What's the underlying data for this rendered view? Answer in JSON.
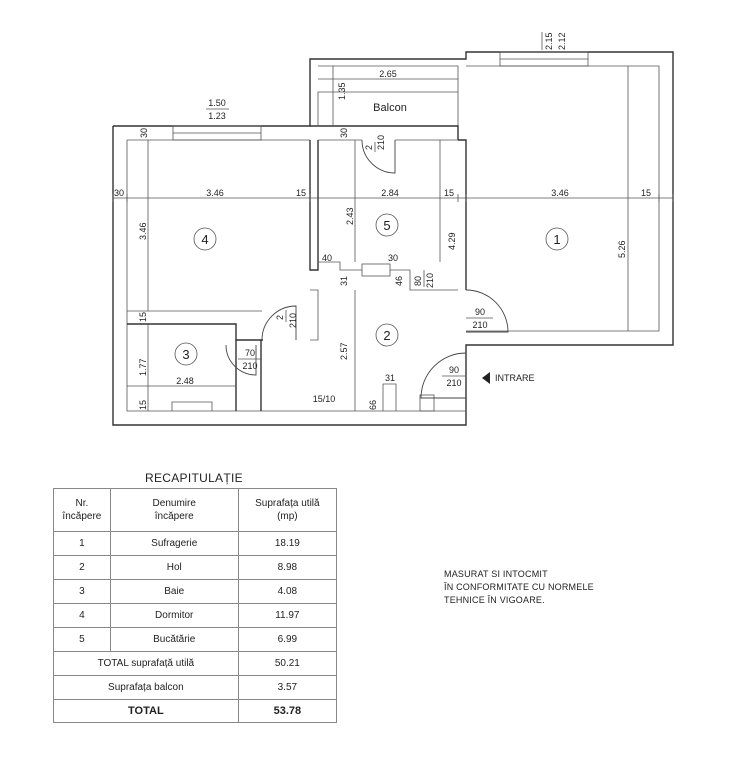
{
  "plan": {
    "balcon_label": "Balcon",
    "entrance_label": "INTRARE",
    "room_numbers": [
      "1",
      "2",
      "3",
      "4",
      "5"
    ],
    "dims": {
      "win_top_right_a": "2.15",
      "win_top_right_b": "2.12",
      "win_top_left_a": "1.50",
      "win_top_left_b": "1.23",
      "balcon_width": "2.65",
      "balcon_depth": "1.35",
      "bal_door_a": "2",
      "bal_door_b": "210",
      "wall30_a": "30",
      "wall30_b": "30",
      "wall30_c": "30",
      "r4_width": "3.46",
      "r4_right_wall": "15",
      "r5_width": "2.84",
      "r5_right_wall": "15",
      "r1_width": "3.46",
      "r1_right_wall": "15",
      "r4_depth": "3.46",
      "r5_depth": "2.43",
      "r5_right_depth": "4.29",
      "r1_depth": "5.26",
      "n40": "40",
      "n30": "30",
      "n31": "31",
      "n46": "46",
      "door80_a": "80",
      "door80_b": "210",
      "n15_left": "15",
      "door_r4_a": "2",
      "door_r4_b": "210",
      "door_r1_a": "90",
      "door_r1_b": "210",
      "hol_depth": "2.57",
      "baie_depth": "1.77",
      "baie_width": "2.48",
      "door_baie_a": "70",
      "door_baie_b": "210",
      "entry_door_a": "90",
      "entry_door_b": "210",
      "n15_10": "15/10",
      "n66": "66",
      "n31b": "31",
      "n15_bottom": "15"
    }
  },
  "recap": {
    "title": "RECAPITULAȚIE",
    "headers": {
      "nr": [
        "Nr.",
        "încăpere"
      ],
      "name": [
        "Denumire",
        "încăpere"
      ],
      "area": [
        "Suprafața utilă",
        "(mp)"
      ]
    },
    "rows": [
      {
        "nr": "1",
        "name": "Sufragerie",
        "area": "18.19"
      },
      {
        "nr": "2",
        "name": "Hol",
        "area": "8.98"
      },
      {
        "nr": "3",
        "name": "Baie",
        "area": "4.08"
      },
      {
        "nr": "4",
        "name": "Dormitor",
        "area": "11.97"
      },
      {
        "nr": "5",
        "name": "Bucătărie",
        "area": "6.99"
      }
    ],
    "total_useful_label": "TOTAL suprafață utilă",
    "total_useful_value": "50.21",
    "balcony_label": "Suprafața balcon",
    "balcony_value": "3.57",
    "total_label": "TOTAL",
    "total_value": "53.78"
  },
  "note": {
    "lines": [
      "MASURAT SI INTOCMIT",
      "ÎN CONFORMITATE CU NORMELE",
      "TEHNICE ÎN VIGOARE."
    ]
  }
}
